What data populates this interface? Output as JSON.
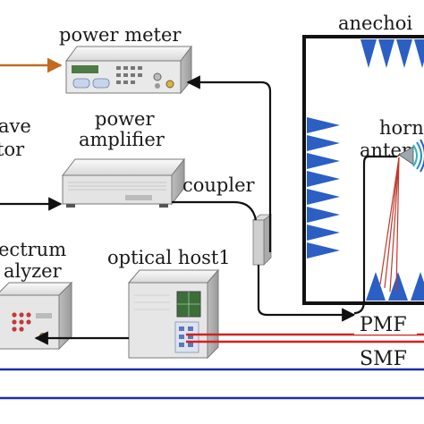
{
  "labels": {
    "power_meter": "power meter",
    "power": "power",
    "amplifier": "amplifier",
    "coupler": "coupler",
    "optical_host1": "optical host1",
    "left_frag_1": "ave",
    "left_frag_2": "tor",
    "spectrum_frag_1": "ectrum",
    "spectrum_frag_2": "alyzer",
    "anechoic_frag": "anechoi",
    "horn_frag_1": "horn",
    "horn_frag_2": "anten",
    "pmf": "PMF",
    "smf": "SMF"
  },
  "colors": {
    "cable": "#111111",
    "orange_arrow": "#c46a1e",
    "absorber": "#2b5fc4",
    "pmf_line": "#d42020",
    "smf_line": "#1b2ea8",
    "beam": "#c0392b",
    "horn_beam": "#2bb5c8",
    "device_body": "#e9e9e9",
    "device_edge": "#7a7a7a",
    "screen_green": "#4e7a45"
  },
  "icons": {
    "power_meter": "power-meter-device-icon",
    "power_amplifier": "power-amplifier-device-icon",
    "spectrum_analyzer": "spectrum-analyzer-device-icon",
    "optical_host": "optical-host-device-icon",
    "coupler": "coupler-device-icon",
    "horn_antenna": "horn-antenna-icon"
  }
}
